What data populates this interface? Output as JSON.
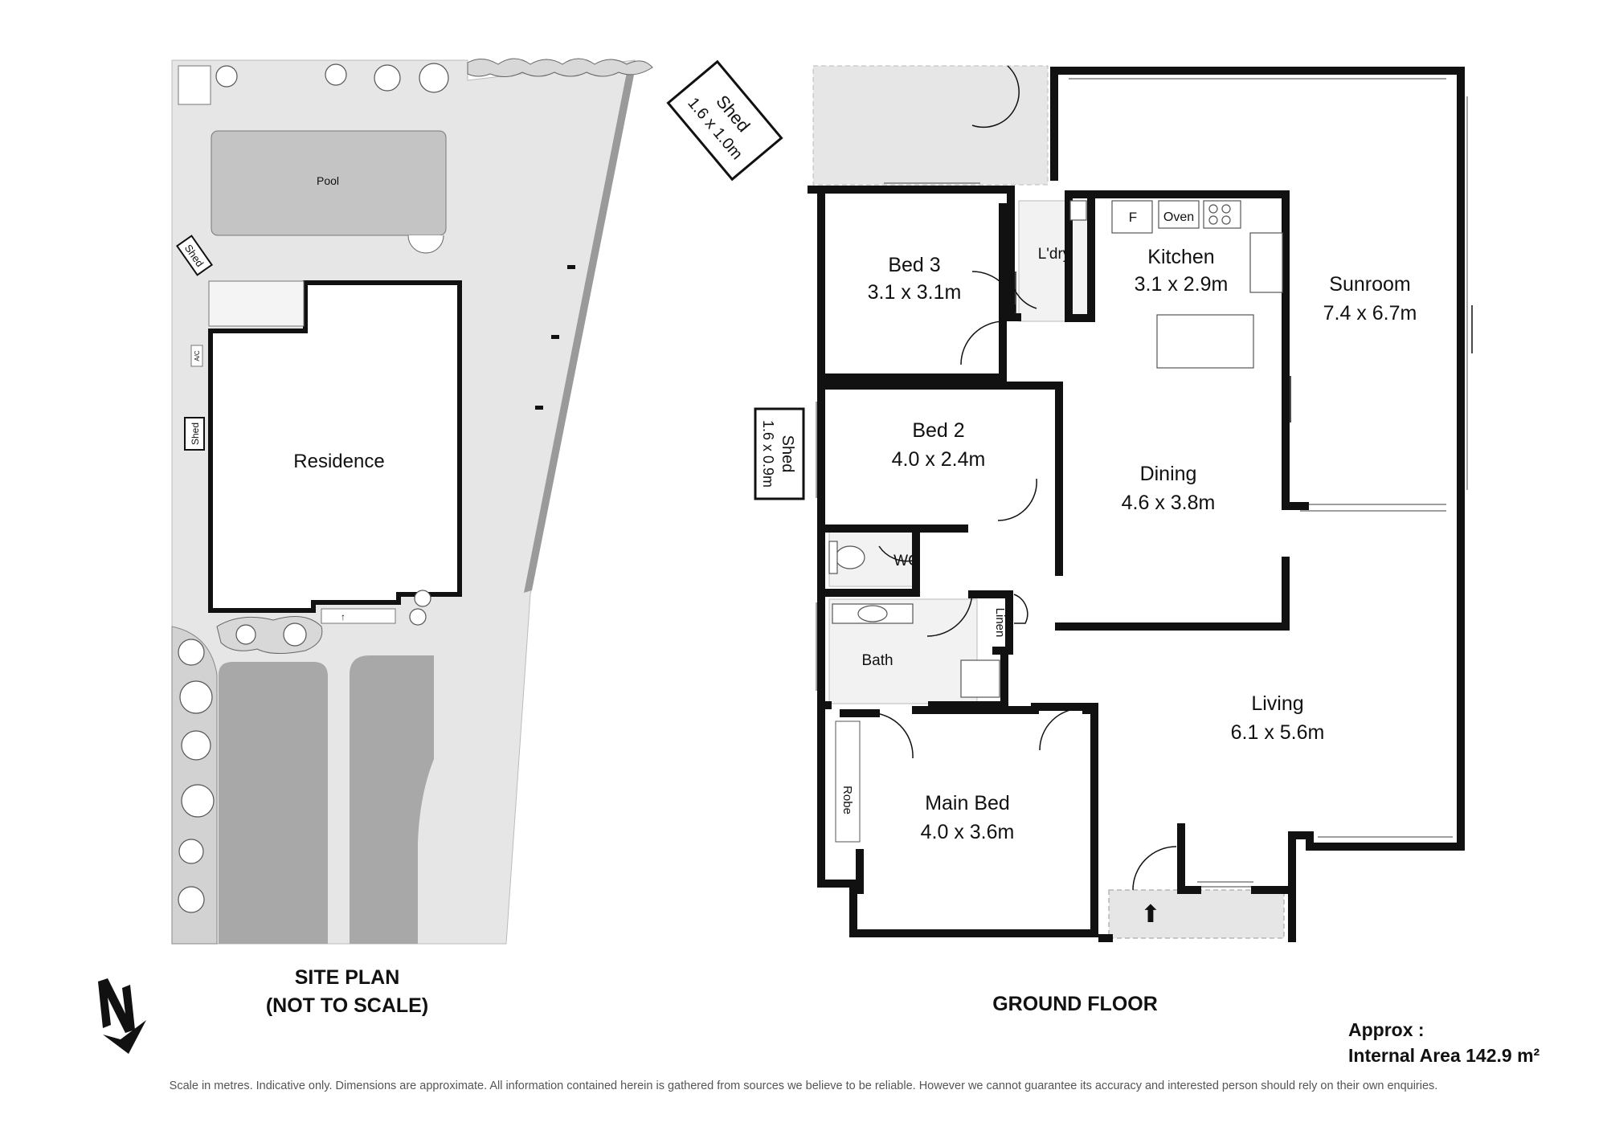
{
  "site_plan": {
    "pool": "Pool",
    "residence": "Residence",
    "shed_pool": "Shed",
    "shed_side": "Shed",
    "ac": "A/C",
    "title_1": "SITE PLAN",
    "title_2": "(NOT TO SCALE)"
  },
  "floor_plan": {
    "title": "GROUND FLOOR",
    "shed_top": {
      "name": "Shed",
      "dim": "1.6 x 1.0m"
    },
    "shed_left": {
      "name": "Shed",
      "dim": "1.6 x 0.9m"
    },
    "rooms": {
      "bed3": {
        "name": "Bed 3",
        "dim": "3.1 x 3.1m"
      },
      "laundry": {
        "name": "L'dry"
      },
      "kitchen": {
        "name": "Kitchen",
        "dim": "3.1 x 2.9m"
      },
      "sunroom": {
        "name": "Sunroom",
        "dim": "7.4 x 6.7m"
      },
      "bed2": {
        "name": "Bed 2",
        "dim": "4.0 x 2.4m"
      },
      "dining": {
        "name": "Dining",
        "dim": "4.6 x 3.8m"
      },
      "wc": {
        "name": "WC"
      },
      "linen": {
        "name": "Linen"
      },
      "bath": {
        "name": "Bath"
      },
      "living": {
        "name": "Living",
        "dim": "6.1 x 5.6m"
      },
      "main_bed": {
        "name": "Main Bed",
        "dim": "4.0 x 3.6m"
      },
      "robe": {
        "name": "Robe"
      }
    },
    "fridge": "F",
    "oven": "Oven"
  },
  "area": {
    "line1": "Approx :",
    "line2": "Internal Area 142.9 m²"
  },
  "disclaimer": "Scale in metres. Indicative only. Dimensions are approximate. All information contained herein is gathered from sources we believe to be reliable. However we cannot guarantee its accuracy and interested person should rely on their own enquiries.",
  "colors": {
    "wall": "#111111",
    "ground": "#e6e6e6",
    "pool": "#c4c4c4",
    "driveway": "#a8a8a8"
  }
}
